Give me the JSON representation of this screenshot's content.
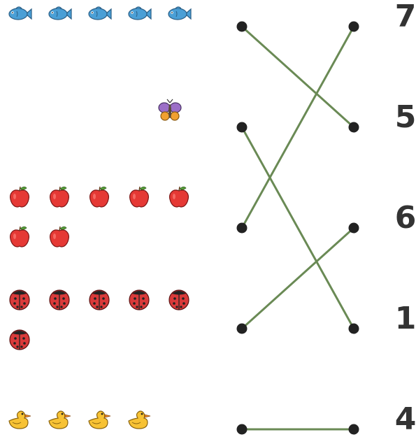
{
  "colors": {
    "line": "#6a8a55",
    "dot": "#222222",
    "number": "#333333",
    "fish": "#4a9fd6",
    "butterfly_wing": "#9b6ec7",
    "butterfly_lower": "#f0a030",
    "apple": "#e53935",
    "ladybug": "#d93a3a",
    "duck": "#f7c234"
  },
  "rows": [
    {
      "icon": "fish-icon",
      "count": 5
    },
    {
      "icon": "butterfly-icon",
      "count": 1
    },
    {
      "icon": "apple-icon",
      "count": 7
    },
    {
      "icon": "ladybug-icon",
      "count": 6
    },
    {
      "icon": "duck-icon",
      "count": 4
    }
  ],
  "numbers": [
    "7",
    "5",
    "6",
    "1",
    "4"
  ],
  "matches": [
    {
      "from_row": 1,
      "to_number": 2
    },
    {
      "from_row": 2,
      "to_number": 4
    },
    {
      "from_row": 3,
      "to_number": 1
    },
    {
      "from_row": 4,
      "to_number": 3
    },
    {
      "from_row": 5,
      "to_number": 5
    }
  ]
}
